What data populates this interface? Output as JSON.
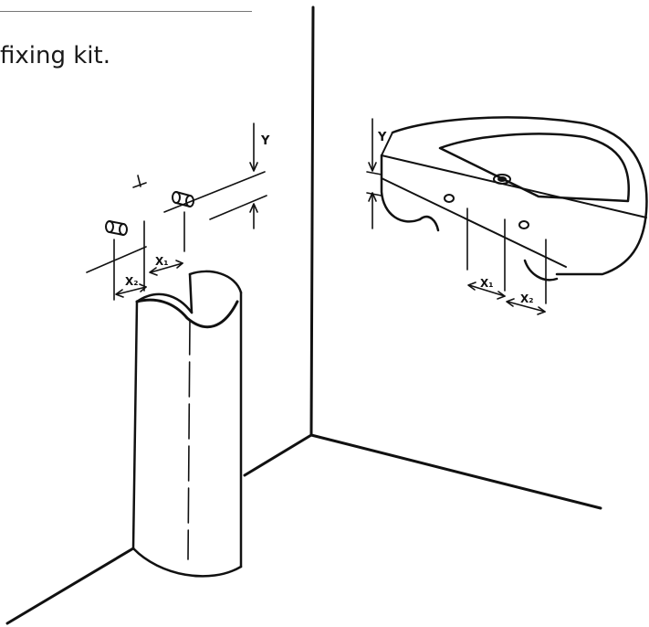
{
  "caption": "fixing kit.",
  "labels": {
    "y_wall": "Y",
    "y_basin": "Y",
    "x1_wall": "X₁",
    "x2_wall": "X₂",
    "x1_basin": "X₁",
    "x2_basin": "X₂"
  },
  "colors": {
    "line": "#111111",
    "background": "#ffffff"
  }
}
